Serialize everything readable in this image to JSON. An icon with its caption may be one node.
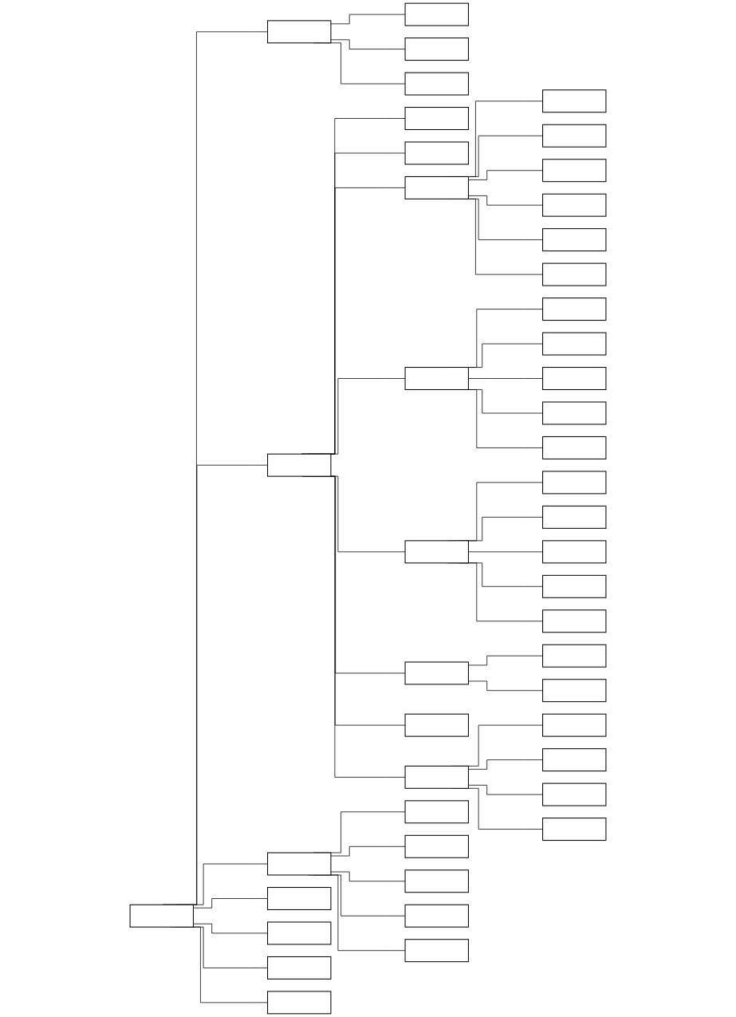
{
  "diagram": {
    "nodes": [
      {
        "text": [],
        "shape": "box"
      },
      {
        "text": [],
        "shape": "box"
      },
      {
        "text": [],
        "shape": "box"
      },
      {
        "text": [],
        "shape": "box"
      },
      {
        "text": [],
        "shape": "box"
      },
      {
        "text": [],
        "shape": "box"
      },
      {
        "text": [],
        "shape": "box"
      },
      {
        "text": [],
        "shape": "box"
      },
      {
        "text": [],
        "shape": "box"
      },
      {
        "text": [],
        "shape": "box"
      },
      {
        "text": [],
        "shape": "box"
      },
      {
        "text": [],
        "shape": "box"
      },
      {
        "text": [],
        "shape": "box"
      },
      {
        "text": [],
        "shape": "box"
      },
      {
        "text": [],
        "shape": "box"
      },
      {
        "text": [],
        "shape": "box"
      },
      {
        "text": [],
        "shape": "box"
      },
      {
        "text": [],
        "shape": "box"
      },
      {
        "text": [],
        "shape": "box"
      },
      {
        "text": [],
        "shape": "box"
      },
      {
        "text": [],
        "shape": "box"
      },
      {
        "text": [],
        "shape": "box"
      },
      {
        "text": [],
        "shape": "box"
      },
      {
        "text": [],
        "shape": "box"
      },
      {
        "text": [],
        "shape": "box"
      },
      {
        "text": [],
        "shape": "box"
      },
      {
        "text": [],
        "shape": "box"
      },
      {
        "text": [],
        "shape": "box"
      },
      {
        "text": [],
        "shape": "box"
      },
      {
        "text": [],
        "shape": "box"
      },
      {
        "text": [],
        "shape": "box"
      },
      {
        "text": [],
        "shape": "box"
      },
      {
        "text": [],
        "shape": "box"
      },
      {
        "text": [],
        "shape": "box"
      },
      {
        "text": [],
        "shape": "box"
      },
      {
        "text": [],
        "shape": "box"
      },
      {
        "text": [],
        "shape": "box"
      },
      {
        "text": [],
        "shape": "box"
      },
      {
        "text": [],
        "shape": "box"
      },
      {
        "text": [],
        "shape": "box"
      },
      {
        "text": [],
        "shape": "box"
      },
      {
        "text": [],
        "shape": "box"
      },
      {
        "text": [],
        "shape": "box"
      },
      {
        "text": [],
        "shape": "box"
      },
      {
        "text": [],
        "shape": "box"
      },
      {
        "text": [],
        "shape": "box"
      }
    ],
    "edges": [
      {
        "from": 0,
        "to": 1,
        "arrow": "none"
      },
      {
        "from": 1,
        "to": 2,
        "arrow": "none"
      },
      {
        "from": 1,
        "to": 3,
        "arrow": "none"
      },
      {
        "from": 1,
        "to": 4,
        "arrow": "none"
      },
      {
        "from": 0,
        "to": 5,
        "arrow": "none"
      },
      {
        "from": 5,
        "to": 6,
        "arrow": "none"
      },
      {
        "from": 5,
        "to": 7,
        "arrow": "none"
      },
      {
        "from": 5,
        "to": 8,
        "arrow": "none"
      },
      {
        "from": 8,
        "to": 9,
        "arrow": "none"
      },
      {
        "from": 8,
        "to": 10,
        "arrow": "none"
      },
      {
        "from": 8,
        "to": 11,
        "arrow": "none"
      },
      {
        "from": 8,
        "to": 12,
        "arrow": "none"
      },
      {
        "from": 8,
        "to": 13,
        "arrow": "none"
      },
      {
        "from": 8,
        "to": 14,
        "arrow": "none"
      },
      {
        "from": 5,
        "to": 15,
        "arrow": "none"
      },
      {
        "from": 15,
        "to": 16,
        "arrow": "none"
      },
      {
        "from": 15,
        "to": 17,
        "arrow": "none"
      },
      {
        "from": 15,
        "to": 18,
        "arrow": "none"
      },
      {
        "from": 15,
        "to": 19,
        "arrow": "none"
      },
      {
        "from": 15,
        "to": 20,
        "arrow": "none"
      },
      {
        "from": 5,
        "to": 21,
        "arrow": "none"
      },
      {
        "from": 21,
        "to": 22,
        "arrow": "none"
      },
      {
        "from": 21,
        "to": 23,
        "arrow": "none"
      },
      {
        "from": 21,
        "to": 24,
        "arrow": "none"
      },
      {
        "from": 21,
        "to": 25,
        "arrow": "none"
      },
      {
        "from": 21,
        "to": 26,
        "arrow": "none"
      },
      {
        "from": 5,
        "to": 27,
        "arrow": "none"
      },
      {
        "from": 27,
        "to": 28,
        "arrow": "none"
      },
      {
        "from": 27,
        "to": 29,
        "arrow": "none"
      },
      {
        "from": 5,
        "to": 30,
        "arrow": "none"
      },
      {
        "from": 5,
        "to": 31,
        "arrow": "none"
      },
      {
        "from": 31,
        "to": 32,
        "arrow": "none"
      },
      {
        "from": 31,
        "to": 33,
        "arrow": "none"
      },
      {
        "from": 31,
        "to": 34,
        "arrow": "none"
      },
      {
        "from": 31,
        "to": 35,
        "arrow": "none"
      },
      {
        "from": 0,
        "to": 36,
        "arrow": "none"
      },
      {
        "from": 36,
        "to": 37,
        "arrow": "none"
      },
      {
        "from": 36,
        "to": 38,
        "arrow": "none"
      },
      {
        "from": 36,
        "to": 39,
        "arrow": "none"
      },
      {
        "from": 36,
        "to": 40,
        "arrow": "none"
      },
      {
        "from": 36,
        "to": 41,
        "arrow": "none"
      },
      {
        "from": 0,
        "to": 42,
        "arrow": "none"
      },
      {
        "from": 0,
        "to": 43,
        "arrow": "none"
      },
      {
        "from": 0,
        "to": 44,
        "arrow": "none"
      },
      {
        "from": 0,
        "to": 45,
        "arrow": "none"
      }
    ]
  }
}
